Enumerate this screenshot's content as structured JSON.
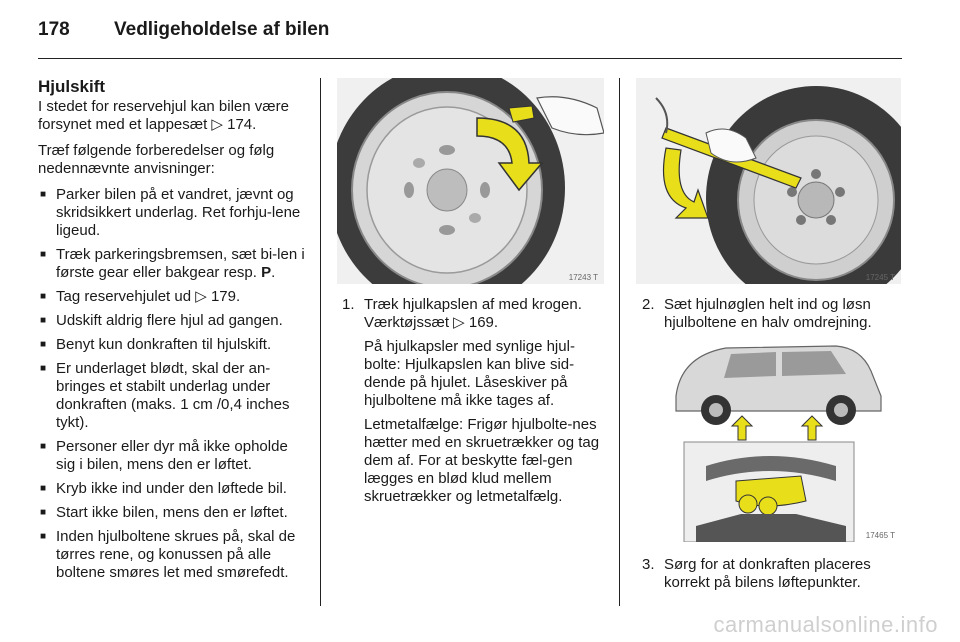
{
  "header": {
    "page_number": "178",
    "title": "Vedligeholdelse af bilen"
  },
  "col1": {
    "heading": "Hjulskift",
    "intro": "I stedet for reservehjul kan bilen være forsynet med et lappesæt ▷ 174.",
    "prep": "Træf følgende forberedelser og følg nedennævnte anvisninger:",
    "bullets": [
      "Parker bilen på et vandret, jævnt og skridsikkert underlag. Ret forhju-lene ligeud.",
      "Træk parkeringsbremsen, sæt bi-len i første gear eller bakgear resp. ",
      "Tag reservehjulet ud ▷ 179.",
      "Udskift aldrig flere hjul ad gangen.",
      "Benyt kun donkraften til hjulskift.",
      "Er underlaget blødt, skal der an-bringes et stabilt underlag under donkraften (maks. 1 cm /0,4 inches tykt).",
      "Personer eller dyr må ikke opholde sig i bilen, mens den er løftet.",
      "Kryb ikke ind under den løftede bil.",
      "Start ikke bilen, mens den er løftet.",
      "Inden hjulboltene skrues på, skal de tørres rene, og konussen på alle boltene smøres let med smørefedt."
    ],
    "bold_gear": "P",
    "period": "."
  },
  "illustrations": {
    "wheel_cap_code": "17243 T",
    "wrench_code": "17245 T",
    "jack_code": "17465 T"
  },
  "steps": [
    {
      "num": "1.",
      "lines": [
        "Træk hjulkapslen af med krogen. Værktøjssæt ▷ 169.",
        "På hjulkapsler med synlige hjul-bolte: Hjulkapslen kan blive sid-dende på hjulet. Låseskiver på hjulboltene må ikke tages af.",
        "Letmetalfælge: Frigør hjulbolte-nes hætter med en skruetrækker og tag dem af. For at beskytte fæl-gen lægges en blød klud mellem skruetrækker og letmetalfælg."
      ]
    },
    {
      "num": "2.",
      "lines": [
        "Sæt hjulnøglen helt ind og løsn hjulboltene en halv omdrejning."
      ]
    },
    {
      "num": "3.",
      "lines": [
        "Sørg for at donkraften placeres korrekt på bilens løftepunkter."
      ]
    }
  ],
  "watermark": "carmanualsonline.info",
  "colors": {
    "accent_yellow": "#e8df1a",
    "line": "#222222"
  }
}
